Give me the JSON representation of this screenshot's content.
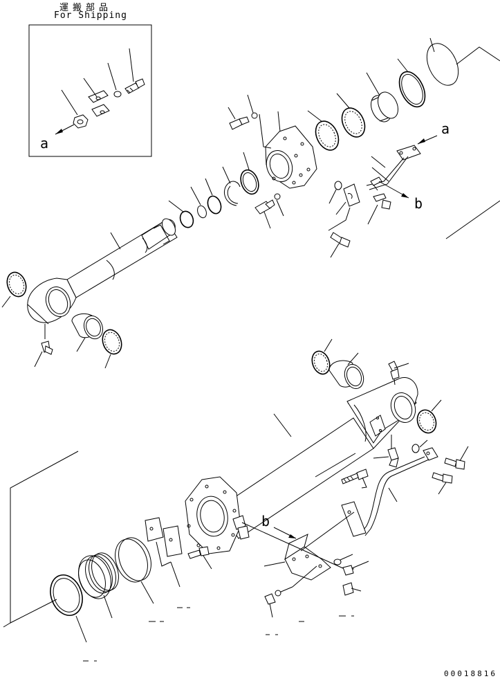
{
  "shipping_box": {
    "caption_jp": "運搬部品",
    "caption_en": "For Shipping"
  },
  "view_letters": {
    "a": "a",
    "b": "b"
  },
  "drawing_code": "00018816"
}
